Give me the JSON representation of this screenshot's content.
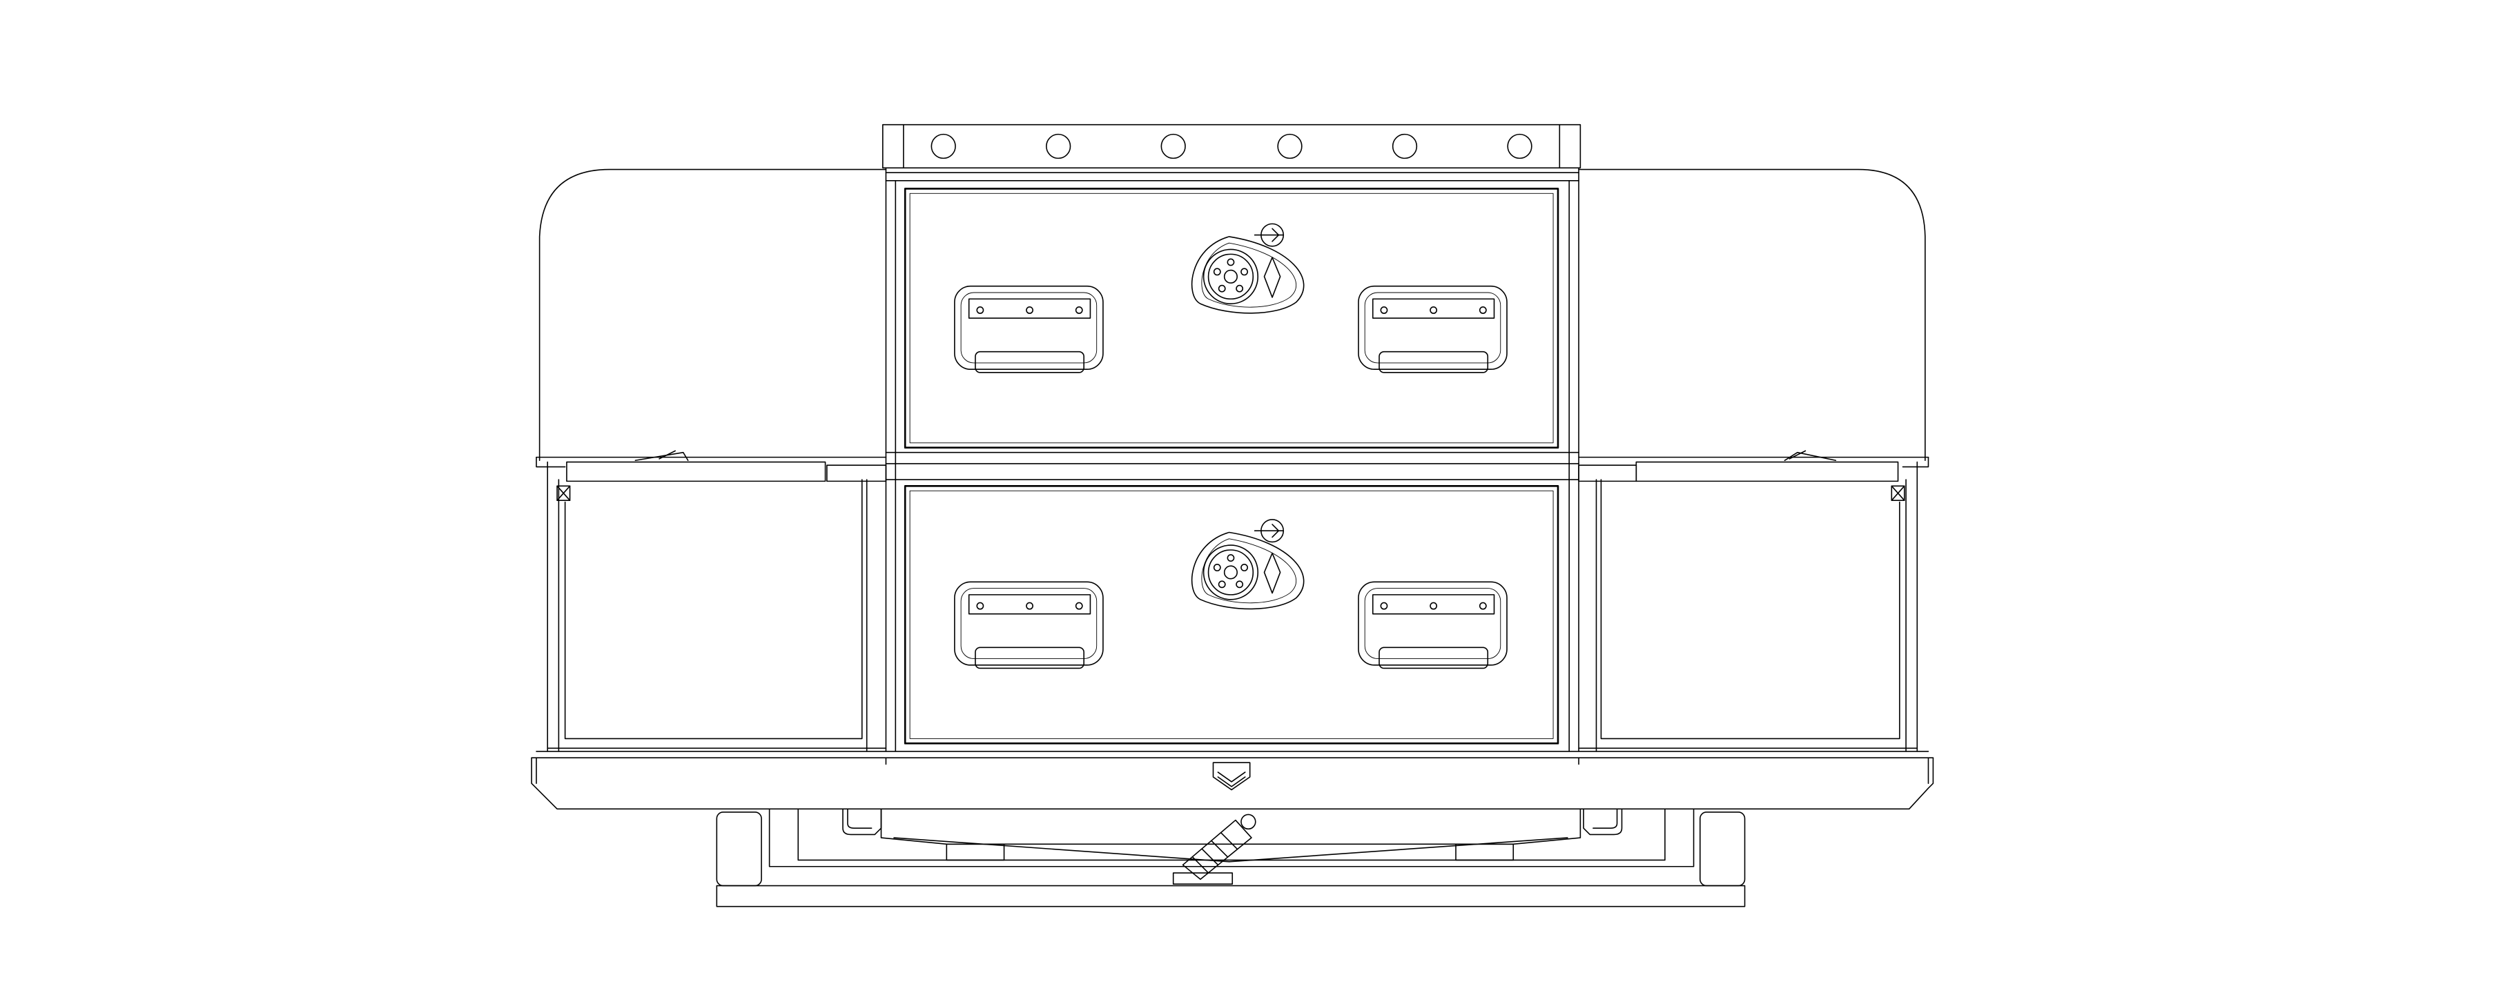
{
  "drawing": {
    "subject": "truck-bed-drawer-unit-rear-elevation",
    "line_color": "#000000",
    "background_color": "#ffffff",
    "drawer_count": 2,
    "bolt_count": 6,
    "handles_per_drawer": 2
  }
}
